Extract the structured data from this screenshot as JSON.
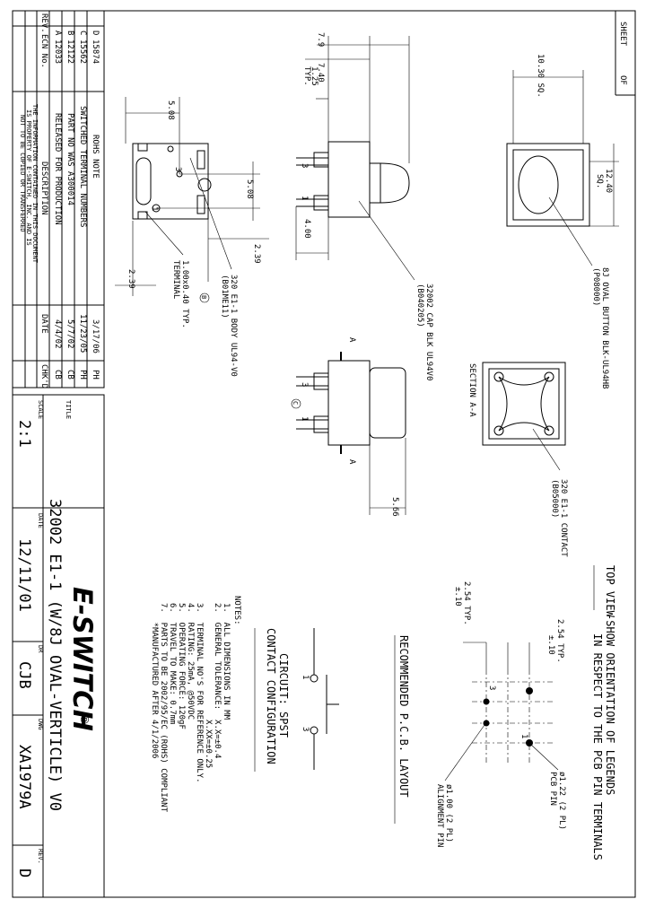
{
  "sheet": {
    "label": "SHEET",
    "of": "OF"
  },
  "revisions": {
    "headers": {
      "rev": "REV.",
      "ecn": "ECN No.",
      "desc": "DESCRIPTION",
      "date": "DATE",
      "chk": "CHK'D"
    },
    "rows": [
      {
        "rev": "D",
        "ecn": "15874",
        "desc": "ROHS NOTE",
        "date": "3/17/06",
        "chk": "PH"
      },
      {
        "rev": "C",
        "ecn": "15562",
        "desc": "SWITCHED TERMINAL NUMBERS",
        "date": "11/23/05",
        "chk": "PH"
      },
      {
        "rev": "B",
        "ecn": "12122",
        "desc": "PART NO WAS A300014",
        "date": "5/7/02",
        "chk": "CB"
      },
      {
        "rev": "A",
        "ecn": "12033",
        "desc": "RELEASED FOR PRODUCTION",
        "date": "4/4/02",
        "chk": "CB"
      }
    ],
    "confidential": [
      "THE INFORMATION CONTAINED IN THIS DOCUMENT",
      "IS PROPERTY OF E-SWITCH, INC. AND IS",
      "NOT TO BE COPIED OR TRANSFERRED"
    ]
  },
  "title_block": {
    "scale_label": "SCALE",
    "scale": "2:1",
    "title_label": "TITLE",
    "title": "32002 E1-1 (W/8J OVAL-VERTICLE) V0",
    "date_label": "DATE",
    "date": "12/11/01",
    "drawn_label": "DR",
    "drawn": "CJB",
    "dwg_label": "DWG",
    "dwg": "XA1979A",
    "rev_label": "REV.",
    "rev": "D",
    "logo": "E-SWITCH",
    "registered": "®"
  },
  "dimensions": {
    "d_10_30": "10.30 SQ.",
    "d_12_40": "12.40",
    "d_12_40_sq": "SQ.",
    "d_7_9": "7.9",
    "d_7_40": "7.40",
    "d_1_25": "1.25",
    "d_typ": "TYP.",
    "d_4_00": "4.00",
    "d_5_66": "5.66",
    "d_5_08_top": "5.08",
    "d_5_08_side": "5.08",
    "d_2_39_a": "2.39",
    "d_2_39_b": "2.39",
    "d_1_00x0_40": "1.00x0.40 TYP.",
    "d_terminal": "TERMINAL",
    "pin3": "3",
    "pin1": "1",
    "pin3b": "3",
    "pin1b": "1",
    "pin3c": "3",
    "pin1c": "1",
    "mark_b": "B",
    "mark_c": "C",
    "sec_a1": "A",
    "sec_a2": "A"
  },
  "callouts": {
    "button": "8J OVAL BUTTON BLK-UL94HB",
    "button_pn": "(P08000)",
    "cap": "32002 CAP BLK UL94V0",
    "cap_pn": "(B040205)",
    "contact": "320 E1-1 CONTACT",
    "contact_pn": "(B05000)",
    "body": "320 E1-1 BODY UL94-V0",
    "body_pn": "(B01ME11)",
    "section": "SECTION A-A"
  },
  "pcb": {
    "top_view": "TOP VIEW",
    "top_view_note1": "-SHOW ORIENTATION OF LEGENDS",
    "top_view_note2": "IN RESPECT TO THE PCB PIN TERMINALS",
    "p254a": "2.54 TYP.",
    "p254a_tol": "±.10",
    "p254b": "2.54 TYP.",
    "p254b_tol": "±.10",
    "pcb_pin": "ø1.22 (2 PL)",
    "pcb_pin2": "PCB PIN",
    "align": "ø1.00 (2 PL)",
    "align2": "ALIGNMENT PIN",
    "layout": "RECOMMENDED P.C.B. LAYOUT",
    "n3": "3",
    "n1": "1"
  },
  "circuit": {
    "title": "CIRCUIT: SPST",
    "config": "CONTACT CONFIGURATION",
    "t1": "1",
    "t3": "3"
  },
  "notes": {
    "title": "NOTES:",
    "lines": [
      "1.  ALL DIMENSIONS IN MM",
      "2.  GENERAL TOLERANCE:  X.X=±0.4",
      "                        X.XX=±0.25",
      "3.  TERMINAL NO'S FOR REFERENCE ONLY.",
      "4.  RATING: 25mA, @50VDC",
      "5.  OPERATING FORCE: 120gF",
      "6.  TRAVEL TO MAKE: 0.7mm",
      "7.  PARTS TO BE 2002/95/EC (ROHS) COMPLIANT",
      "    *MANUFACTURED AFTER 4/1/2006"
    ]
  }
}
